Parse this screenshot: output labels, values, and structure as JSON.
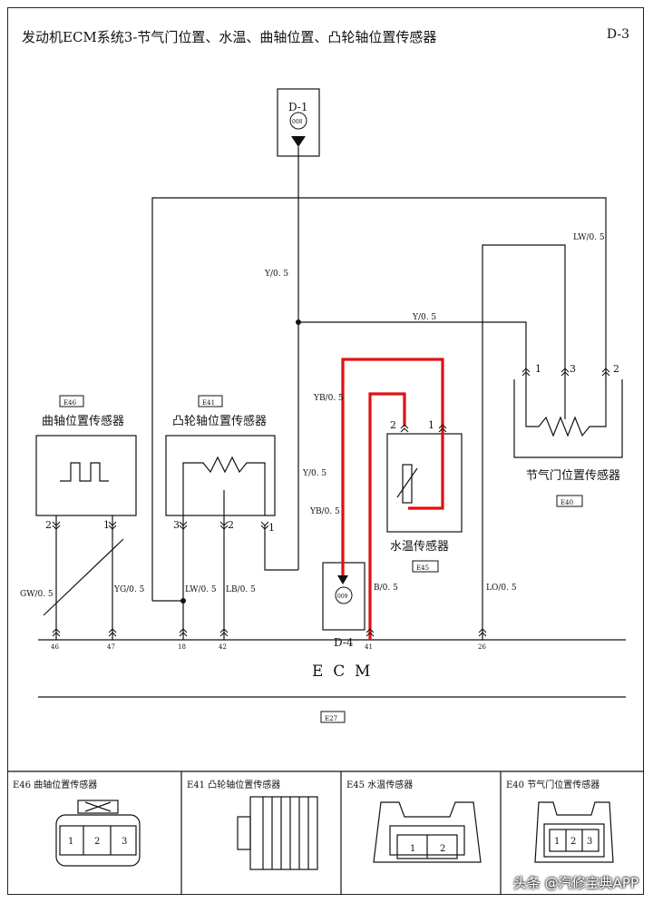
{
  "header": {
    "title": "发动机ECM系统3-节气门位置、水温、曲轴位置、凸轮轴位置传感器",
    "page_id": "D-3"
  },
  "links": {
    "top": {
      "label": "D-1",
      "connector": "008"
    },
    "bottom": {
      "label": "D-4",
      "connector": "009"
    }
  },
  "sensors": {
    "crank": {
      "code": "E46",
      "name": "曲轴位置传感器",
      "pin2": "2",
      "pin1": "1"
    },
    "cam": {
      "code": "E41",
      "name": "凸轮轴位置传感器",
      "pin3": "3",
      "pin2": "2",
      "pin1": "1"
    },
    "water": {
      "code": "E45",
      "name": "水温传感器",
      "pin2": "2",
      "pin1": "1"
    },
    "throttle": {
      "code": "E40",
      "name": "节气门位置传感器",
      "pin1": "1",
      "pin3": "3",
      "pin2": "2"
    }
  },
  "wires": {
    "y_top": "Y/0. 5",
    "y_horizontal": "Y/0. 5",
    "y_cam": "Y/0. 5",
    "yb_upper": "YB/0. 5",
    "yb_lower": "YB/0. 5",
    "lw_throttle": "LW/0. 5",
    "gw": "GW/0. 5",
    "yg": "YG/0. 5",
    "lw_cam": "LW/0. 5",
    "lb": "LB/0. 5",
    "b": "B/0. 5",
    "lo": "LO/0. 5"
  },
  "ecm": {
    "label": "E  C  M",
    "code": "E27",
    "pins": [
      "46",
      "47",
      "18",
      "42",
      "41",
      "26"
    ]
  },
  "footer": {
    "connectors": [
      {
        "title": "E46  曲轴位置传感器",
        "pins": [
          "1",
          "2",
          "3"
        ]
      },
      {
        "title": "E41  凸轮轴位置传感器",
        "pins": []
      },
      {
        "title": "E45  水温传感器",
        "pins": [
          "1",
          "2"
        ]
      },
      {
        "title": "E40  节气门位置传感器",
        "pins": [
          "1",
          "2",
          "3"
        ]
      }
    ]
  },
  "watermark": "头条 @汽修宝典APP",
  "colors": {
    "line": "#111111",
    "highlight": "#e01010"
  }
}
